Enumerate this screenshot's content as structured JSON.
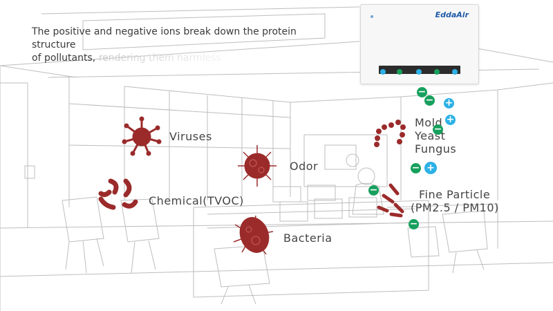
{
  "caption": {
    "line1": "The positive and negative ions break down the protein structure",
    "line2_visible": "of pollutants,",
    "line2_faded": "rendering them harmless"
  },
  "device": {
    "brand": "EddaAir"
  },
  "pollutants": {
    "viruses": "Viruses",
    "odor": "Odor",
    "chemical": "Chemical(TVOC)",
    "bacteria": "Bacteria",
    "mold_line1": "Mold",
    "mold_line2": "Yeast",
    "mold_line3": "Fungus",
    "fine_line1": "Fine Particle",
    "fine_line2": "(PM2.5 / PM10)"
  },
  "ions": {
    "negative": "−",
    "positive": "+"
  },
  "colors": {
    "pollutant": "#9b2b2b",
    "negative_ion": "#17a05d",
    "positive_ion": "#2cb1e6",
    "sketch": "#b8b8b8"
  }
}
